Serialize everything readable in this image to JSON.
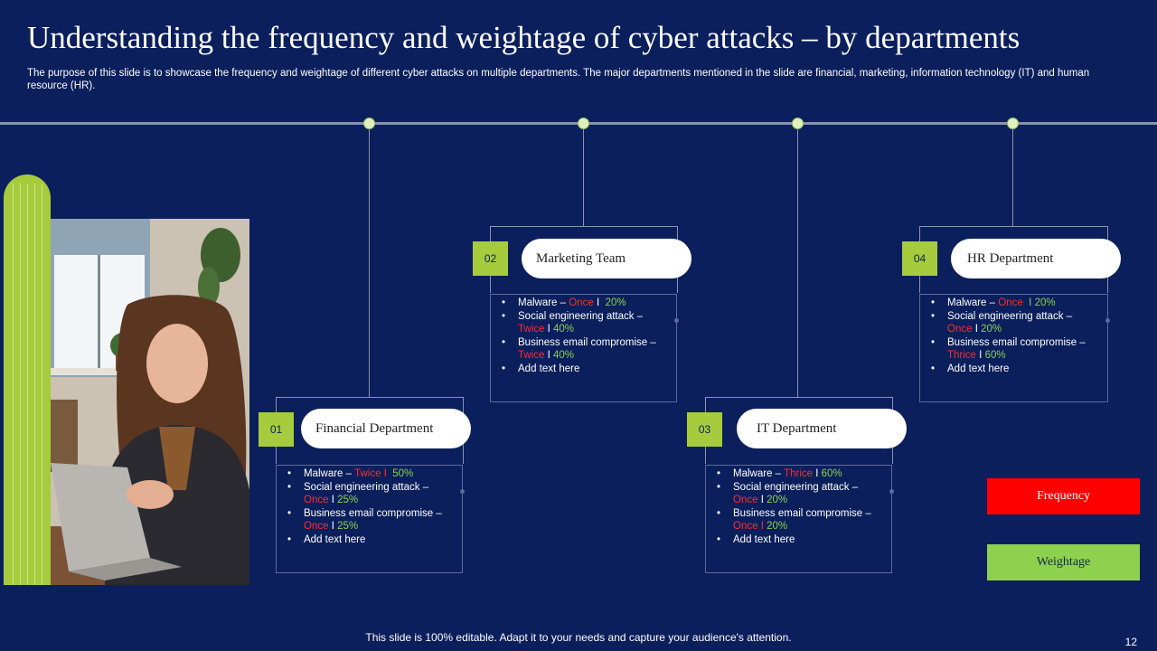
{
  "slide": {
    "title": "Understanding the frequency and weightage of cyber attacks – by departments",
    "subtitle": "The purpose of this slide is to showcase the frequency and weightage of different cyber attacks on multiple departments. The major departments mentioned in the slide are financial, marketing, information technology (IT) and human resource (HR).",
    "footer": "This slide is 100% editable. Adapt it to your needs and capture your audience's attention.",
    "page_number": "12"
  },
  "colors": {
    "background": "#0b1f5c",
    "accent_green": "#a6cc3d",
    "frequency_red": "#ff2b2b",
    "weightage_green": "#8dd14f"
  },
  "departments": [
    {
      "number": "01",
      "name": "Financial Department",
      "items": [
        {
          "label": "Malware –",
          "freq": "Twice",
          "sep": "I",
          "weight": "50%"
        },
        {
          "label": "Social engineering attack –",
          "freq": "Once",
          "sep": "I",
          "weight": "25%"
        },
        {
          "label": "Business email compromise –",
          "freq": "Once",
          "sep": "I",
          "weight": "25%"
        }
      ],
      "extra": "Add text here"
    },
    {
      "number": "02",
      "name": "Marketing  Team",
      "items": [
        {
          "label": "Malware –",
          "freq": "Once",
          "sep": "I",
          "weight": "20%"
        },
        {
          "label": "Social engineering attack –",
          "freq": "Twice",
          "sep": "I",
          "weight": "40%"
        },
        {
          "label": "Business email compromise –",
          "freq": "Twice",
          "sep": "I",
          "weight": "40%"
        }
      ],
      "extra": "Add text here"
    },
    {
      "number": "03",
      "name": "IT Department",
      "items": [
        {
          "label": "Malware –",
          "freq": "Thrice",
          "sep": "I",
          "weight": "60%"
        },
        {
          "label": "Social engineering attack –",
          "freq": "Once",
          "sep": "I",
          "weight": "20%"
        },
        {
          "label": "Business email compromise –",
          "freq": "Once",
          "sep": "I",
          "weight": "20%"
        }
      ],
      "extra": "Add text here"
    },
    {
      "number": "04",
      "name": "HR Department",
      "items": [
        {
          "label": "Malware –",
          "freq": "Once",
          "sep": "I",
          "weight": "20%"
        },
        {
          "label": "Social engineering attack –",
          "freq": "Once",
          "sep": "I",
          "weight": "20%"
        },
        {
          "label": "Business email compromise –",
          "freq": "Thrice",
          "sep": "I",
          "weight": "60%"
        }
      ],
      "extra": "Add text here"
    }
  ],
  "legend": {
    "frequency": "Frequency",
    "weightage": "Weightage"
  },
  "icons": {
    "photo": "woman-at-laptop-photo",
    "timeline_node": "circle-node-icon"
  }
}
